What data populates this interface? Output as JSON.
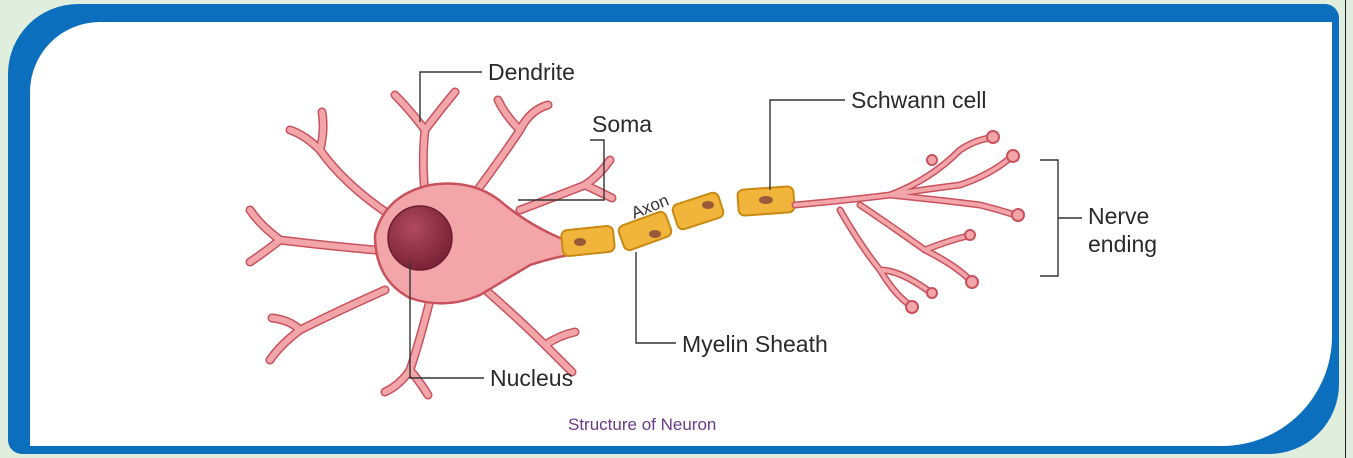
{
  "labels": {
    "dendrite": "Dendrite",
    "soma": "Soma",
    "schwann_cell": "Schwann cell",
    "axon": "Axon",
    "nerve": "Nerve",
    "ending": "ending",
    "myelin_sheath": "Myelin Sheath",
    "nucleus": "Nucleus"
  },
  "caption": "Structure of Neuron",
  "colors": {
    "background": "#dfeedd",
    "frame": "#0b6fbe",
    "panel": "#ffffff",
    "neuron_fill": "#f2a6aa",
    "neuron_outline": "#c9525d",
    "nucleus": "#8e2e44",
    "myelin": "#f2b53c",
    "myelin_outline": "#c98a14",
    "caption": "#6a3b8a"
  }
}
